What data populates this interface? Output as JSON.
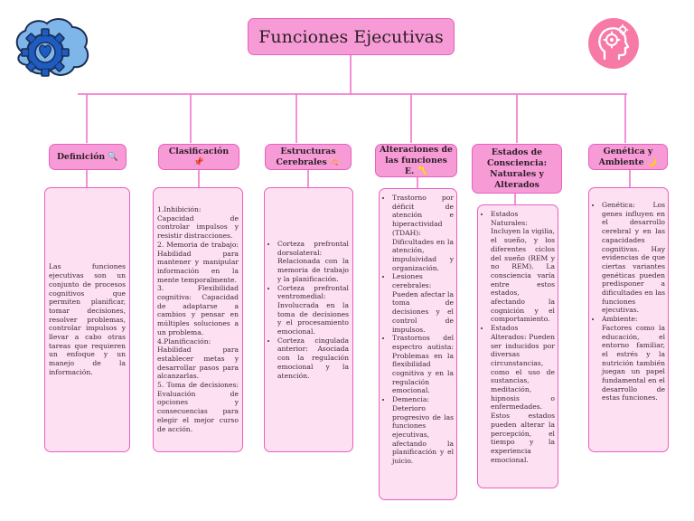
{
  "title": "Funciones Ejecutivas",
  "icons": {
    "left": "brain-gear-heart-icon",
    "right": "head-gears-icon"
  },
  "colors": {
    "header_fill": "#f79bd6",
    "border": "#e95fc0",
    "card_fill": "#fde0f2",
    "right_icon_circle": "#f77aa6"
  },
  "columns": [
    {
      "header": "Definición 🔍",
      "paragraphs": [
        "Las funciones ejecutivas son un conjunto de procesos cognitivos que permiten planificar, tomar decisiones, resolver problemas, controlar impulsos y llevar a cabo otras tareas que requieren un enfoque y un manejo de la información."
      ]
    },
    {
      "header": "Clasificación 📌",
      "paragraphs": [
        "1.Inhibición: Capacidad de controlar impulsos y resistir distracciones.",
        "2. Memoria de trabajo: Habilidad para mantener y manipular información en la mente temporalmente.",
        "3. Flexibilidad cognitiva: Capacidad de adaptarse a cambios y pensar en múltiples soluciones a un problema.",
        "4.Planificación: Habilidad para establecer metas y desarrollar pasos para alcanzarlas.",
        "5. Toma de decisiones: Evaluación de opciones y consecuencias para elegir el mejor curso de acción."
      ]
    },
    {
      "header": "Estructuras Cerebrales 🧠",
      "items": [
        "Corteza prefrontal dorsolateral: Relacionada con la memoria de trabajo y la planificación.",
        "Corteza prefrontal ventromedial: Involucrada en la toma de decisiones y el procesamiento emocional.",
        "Corteza cingulada anterior: Asociada con la regulación emocional y la atención."
      ]
    },
    {
      "header": "Alteraciones de las funciones E. 〽️",
      "items": [
        "Trastorno por déficit de atención e hiperactividad (TDAH): Dificultades en la atención, impulsividad y organización.",
        "Lesiones cerebrales: Pueden afectar la toma de decisiones y el control de impulsos.",
        "Trastornos del espectro autista: Problemas en la flexibilidad cognitiva y en la regulación emocional.",
        "Demencia: Deterioro progresivo de las funciones ejecutivas, afectando la planificación y el juicio."
      ]
    },
    {
      "header": "Estados de Consciencia: Naturales y Alterados",
      "items": [
        "Estados Naturales: Incluyen la vigilia, el sueño, y los diferentes ciclos del sueño (REM y no REM). La consciencia varía entre estos estados, afectando la cognición y el comportamiento.",
        "Estados Alterados: Pueden ser inducidos por diversas circunstancias, como el uso de sustancias, meditación, hipnosis o enfermedades. Estos estados pueden alterar la percepción, el tiempo y la experiencia emocional."
      ]
    },
    {
      "header": "Genética y Ambiente 🌙",
      "items": [
        "Genética: Los genes influyen en el desarrollo cerebral y en las capacidades cognitivas. Hay evidencias de que ciertas variantes genéticas pueden predisponer a dificultades en las funciones ejecutivas.",
        "Ambiente: Factores como la educación, el entorno familiar, el estrés y la nutrición también juegan un papel fundamental en el desarrollo de estas funciones."
      ]
    }
  ]
}
